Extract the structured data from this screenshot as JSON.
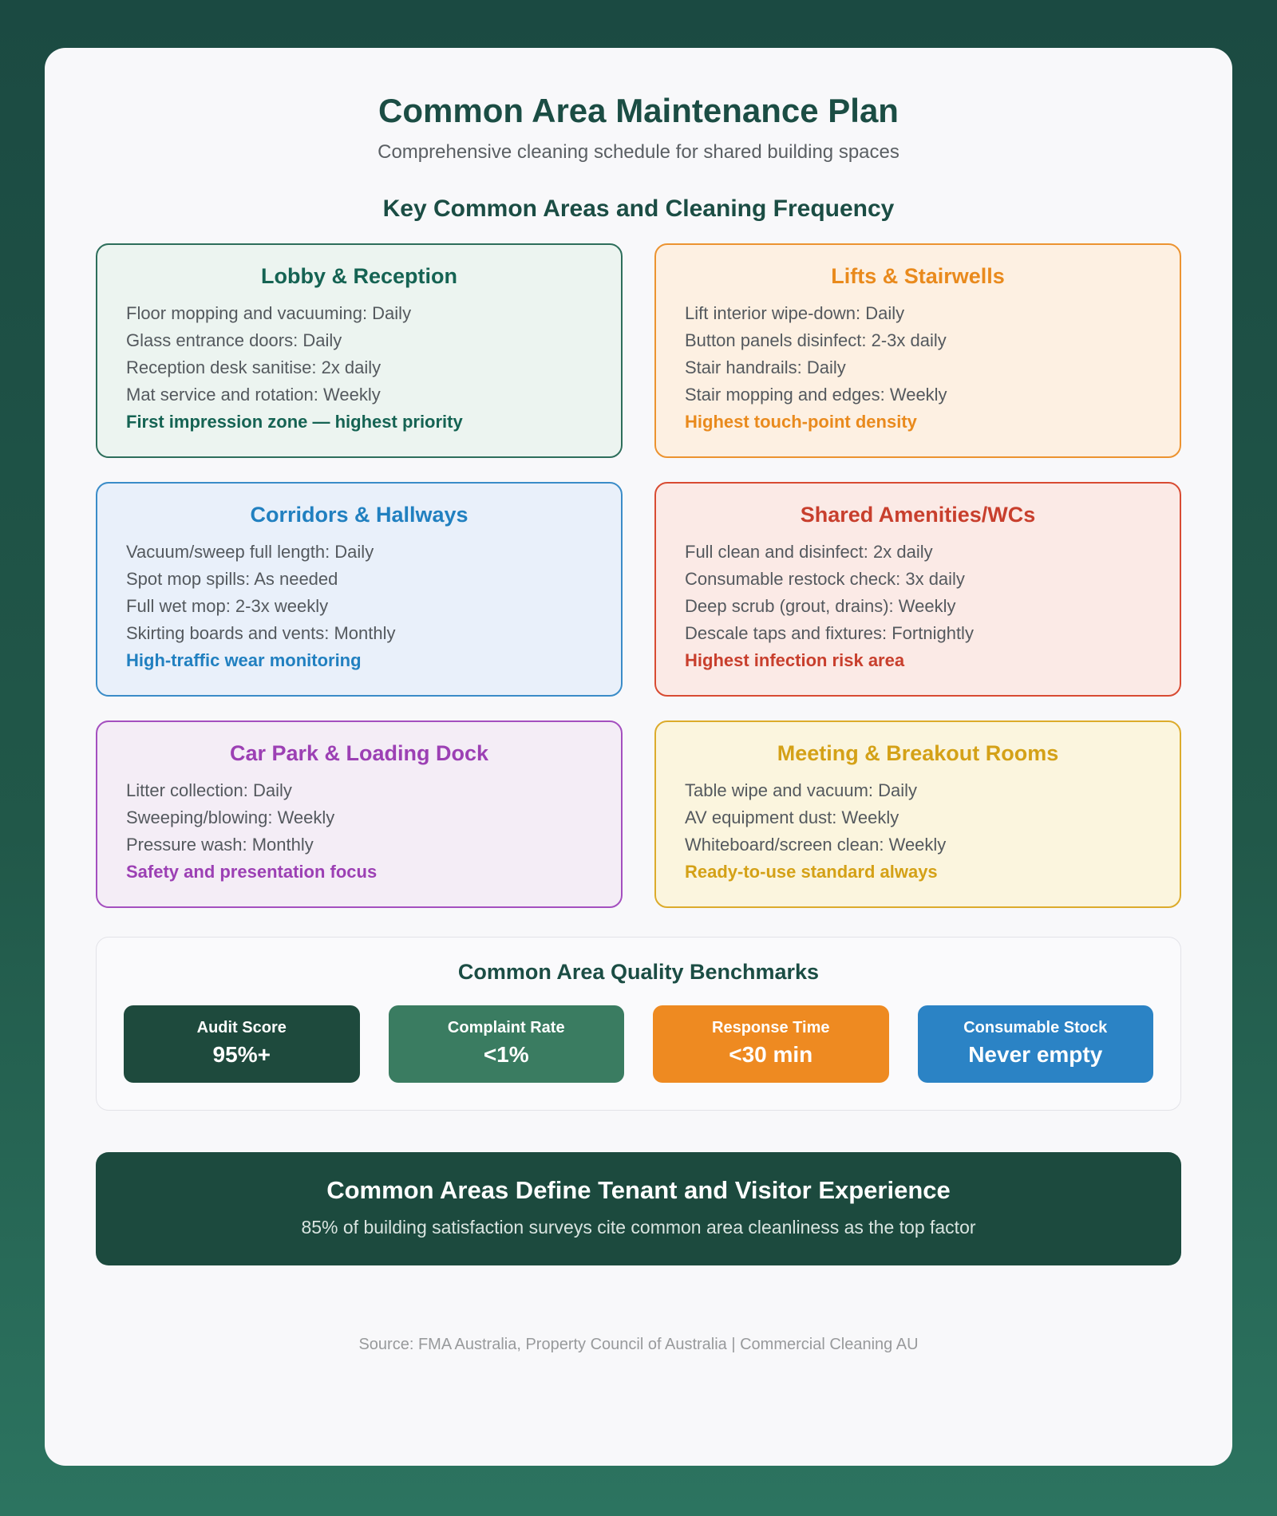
{
  "page": {
    "title": "Common Area Maintenance Plan",
    "subtitle": "Comprehensive cleaning schedule for shared building spaces",
    "section_heading": "Key Common Areas and Cleaning Frequency",
    "source": "Source: FMA Australia, Property Council of Australia | Commercial Cleaning AU"
  },
  "areas": [
    {
      "title": "Lobby & Reception",
      "accent_color": "#156353",
      "border_color": "#2d6e5b",
      "bg_color": "#ecf4f0",
      "items": [
        "Floor mopping and vacuuming: Daily",
        "Glass entrance doors: Daily",
        "Reception desk sanitise: 2x daily",
        "Mat service and rotation: Weekly"
      ],
      "highlight": "First impression zone — highest priority"
    },
    {
      "title": "Lifts & Stairwells",
      "accent_color": "#e98a1d",
      "border_color": "#ec9330",
      "bg_color": "#fdf0e2",
      "items": [
        "Lift interior wipe-down: Daily",
        "Button panels disinfect: 2-3x daily",
        "Stair handrails: Daily",
        "Stair mopping and edges: Weekly"
      ],
      "highlight": "Highest touch-point density"
    },
    {
      "title": "Corridors & Hallways",
      "accent_color": "#2180c0",
      "border_color": "#3a8cc8",
      "bg_color": "#e9f0fa",
      "items": [
        "Vacuum/sweep full length: Daily",
        "Spot mop spills: As needed",
        "Full wet mop: 2-3x weekly",
        "Skirting boards and vents: Monthly"
      ],
      "highlight": "High-traffic wear monitoring"
    },
    {
      "title": "Shared Amenities/WCs",
      "accent_color": "#c83f2d",
      "border_color": "#d84b32",
      "bg_color": "#fbeae6",
      "items": [
        "Full clean and disinfect: 2x daily",
        "Consumable restock check: 3x daily",
        "Deep scrub (grout, drains): Weekly",
        "Descale taps and fixtures: Fortnightly"
      ],
      "highlight": "Highest infection risk area"
    },
    {
      "title": "Car Park & Loading Dock",
      "accent_color": "#9c40b4",
      "border_color": "#a44fbf",
      "bg_color": "#f4edf6",
      "items": [
        "Litter collection: Daily",
        "Sweeping/blowing: Weekly",
        "Pressure wash: Monthly"
      ],
      "highlight": "Safety and presentation focus"
    },
    {
      "title": "Meeting & Breakout Rooms",
      "accent_color": "#d4a117",
      "border_color": "#dcab2b",
      "bg_color": "#fbf5de",
      "items": [
        "Table wipe and vacuum: Daily",
        "AV equipment dust: Weekly",
        "Whiteboard/screen clean: Weekly"
      ],
      "highlight": "Ready-to-use standard always"
    }
  ],
  "benchmarks": {
    "title": "Common Area Quality Benchmarks",
    "stats": [
      {
        "label": "Audit Score",
        "value": "95%+",
        "color": "#1e4a3d"
      },
      {
        "label": "Complaint Rate",
        "value": "<1%",
        "color": "#3a7c61"
      },
      {
        "label": "Response Time",
        "value": "<30 min",
        "color": "#ee8a21"
      },
      {
        "label": "Consumable Stock",
        "value": "Never empty",
        "color": "#2b83c5"
      }
    ]
  },
  "banner": {
    "title": "Common Areas Define Tenant and Visitor Experience",
    "subtitle": "85% of building satisfaction surveys cite common area cleanliness as the top factor"
  }
}
